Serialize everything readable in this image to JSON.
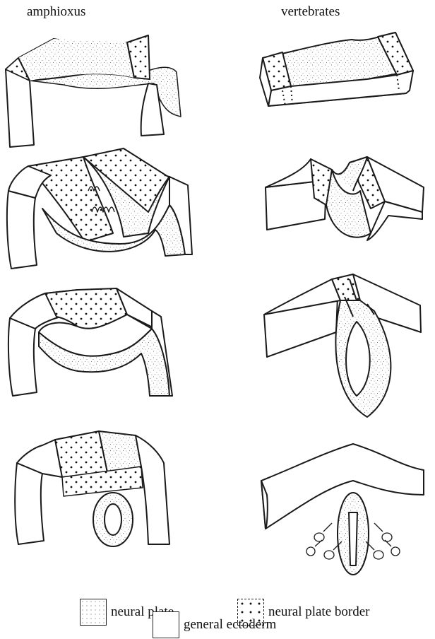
{
  "columns": {
    "left": "amphioxus",
    "right": "vertebrates"
  },
  "legend": [
    {
      "key": "neural_plate",
      "label": "neural plate",
      "pattern": "fine stipple"
    },
    {
      "key": "neural_plate_border",
      "label": "neural plate border",
      "pattern": "coarse dots"
    },
    {
      "key": "general_ectoderm",
      "label": "general ectoderm",
      "pattern": "blank"
    }
  ],
  "colors": {
    "line": "#1a1a1a",
    "fill": "#ffffff"
  }
}
